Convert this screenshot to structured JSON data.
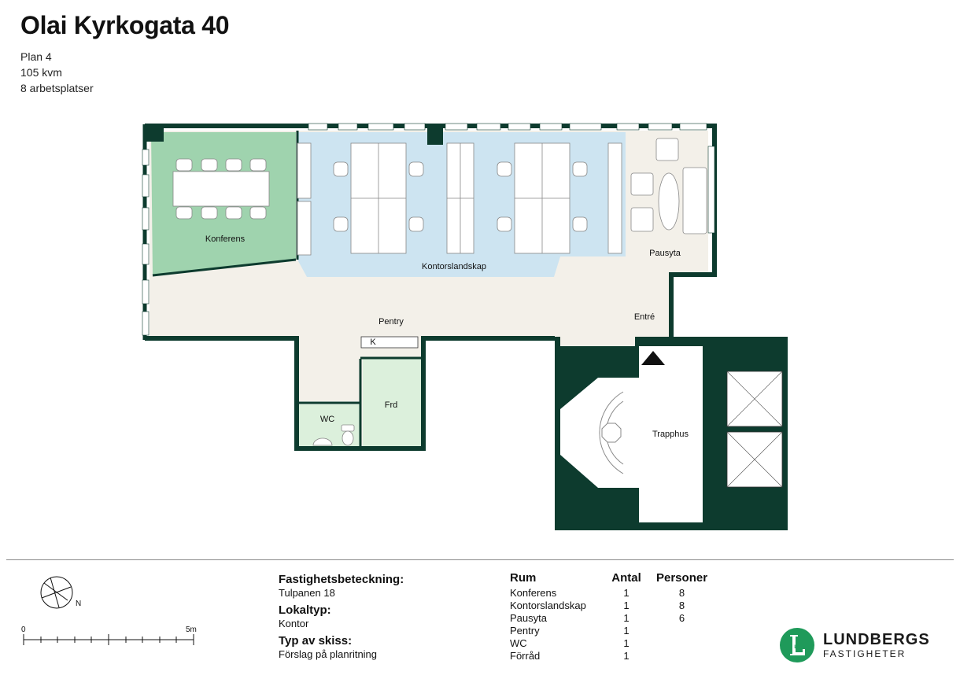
{
  "header": {
    "title": "Olai Kyrkogata 40",
    "plan": "Plan 4",
    "area": "105 kvm",
    "workplaces": "8 arbetsplatser"
  },
  "plan_labels": {
    "konferens": "Konferens",
    "kontorslandskap": "Kontorslandskap",
    "pausyta": "Pausyta",
    "pentry": "Pentry",
    "entre": "Entré",
    "kitchen": "K",
    "wc": "WC",
    "frd": "Frd",
    "trapphus": "Trapphus"
  },
  "compass": {
    "north": "N"
  },
  "scale": {
    "start": "0",
    "end": "5m"
  },
  "info": {
    "fastighet_label": "Fastighetsbeteckning:",
    "fastighet_value": "Tulpanen 18",
    "lokaltyp_label": "Lokaltyp:",
    "lokaltyp_value": "Kontor",
    "skiss_label": "Typ av skiss:",
    "skiss_value": "Förslag på planritning"
  },
  "rooms_table": {
    "headers": [
      "Rum",
      "Antal",
      "Personer"
    ],
    "rows": [
      [
        "Konferens",
        "1",
        "8"
      ],
      [
        "Kontorslandskap",
        "1",
        "8"
      ],
      [
        "Pausyta",
        "1",
        "6"
      ],
      [
        "Pentry",
        "1",
        ""
      ],
      [
        "WC",
        "1",
        ""
      ],
      [
        "Förråd",
        "1",
        ""
      ]
    ]
  },
  "logo": {
    "name": "LUNDBERGS",
    "sub": "FASTIGHETER",
    "mark": "LF"
  },
  "colors": {
    "wall": "#0d3b2e",
    "floor": "#f3f0e9",
    "conference": "#9fd3ae",
    "office": "#cde4f1",
    "wc_storage": "#dcf0dc",
    "brand": "#1f9a5a"
  }
}
